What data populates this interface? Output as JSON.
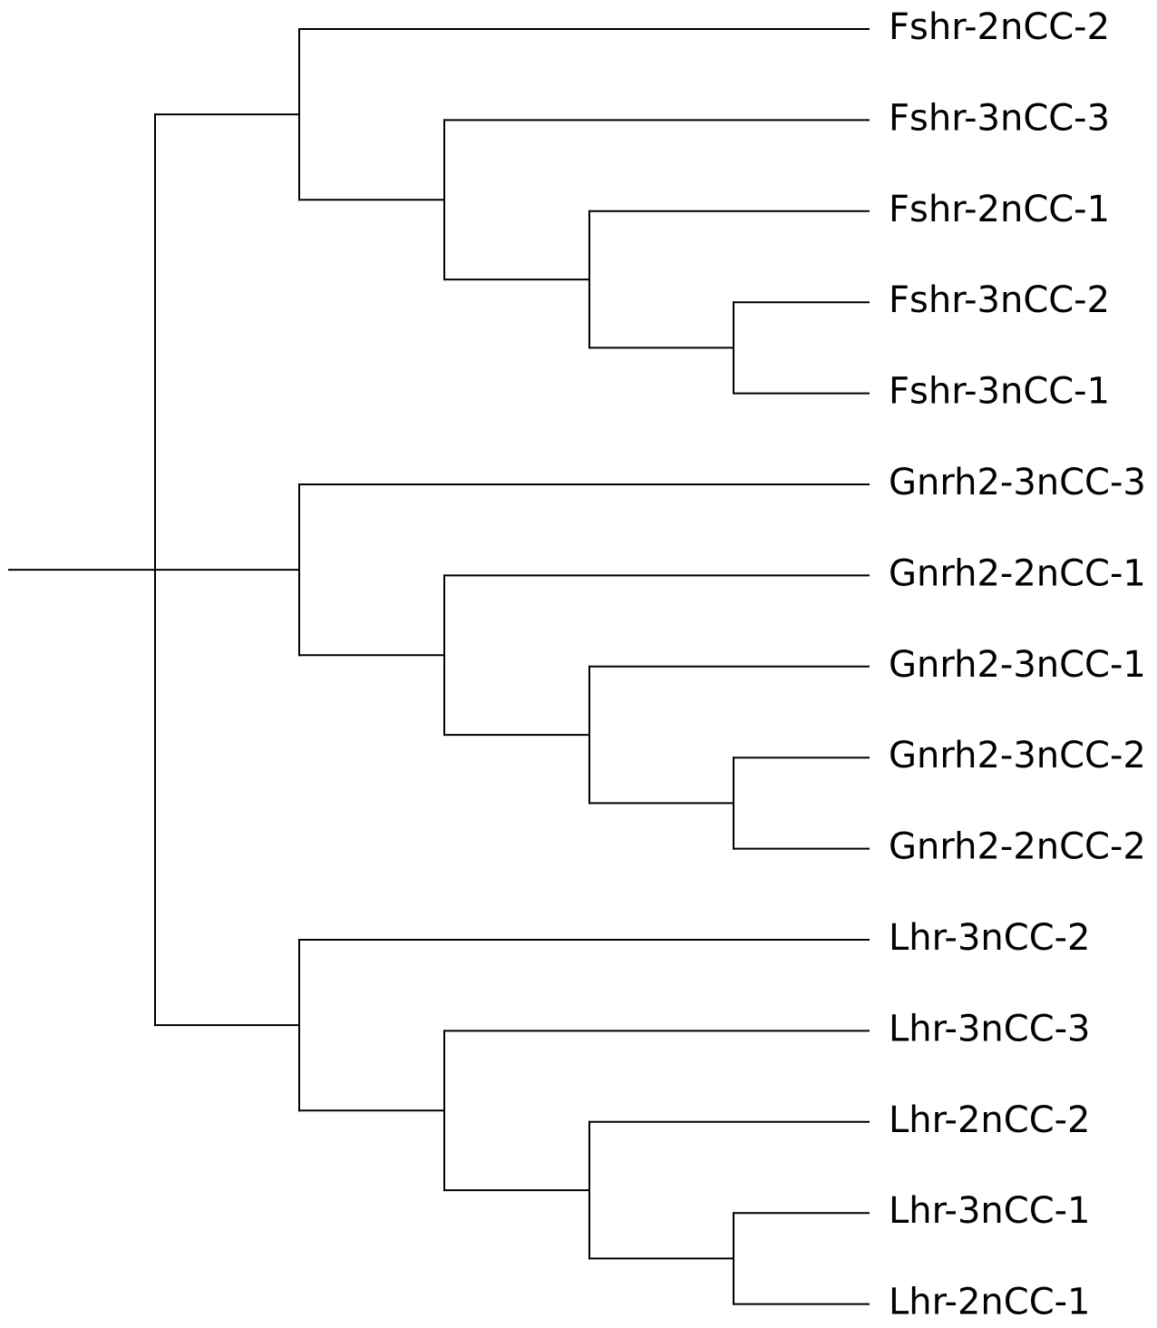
{
  "tree": {
    "groups": [
      {
        "leaves": [
          "Fshr-2nCC-2",
          "Fshr-3nCC-3",
          "Fshr-2nCC-1",
          "Fshr-3nCC-2",
          "Fshr-3nCC-1"
        ]
      },
      {
        "leaves": [
          "Gnrh2-3nCC-3",
          "Gnrh2-2nCC-1",
          "Gnrh2-3nCC-1",
          "Gnrh2-3nCC-2",
          "Gnrh2-2nCC-2"
        ]
      },
      {
        "leaves": [
          "Lhr-3nCC-2",
          "Lhr-3nCC-3",
          "Lhr-2nCC-2",
          "Lhr-3nCC-1",
          "Lhr-2nCC-1"
        ]
      }
    ],
    "line_color": "#000000"
  }
}
